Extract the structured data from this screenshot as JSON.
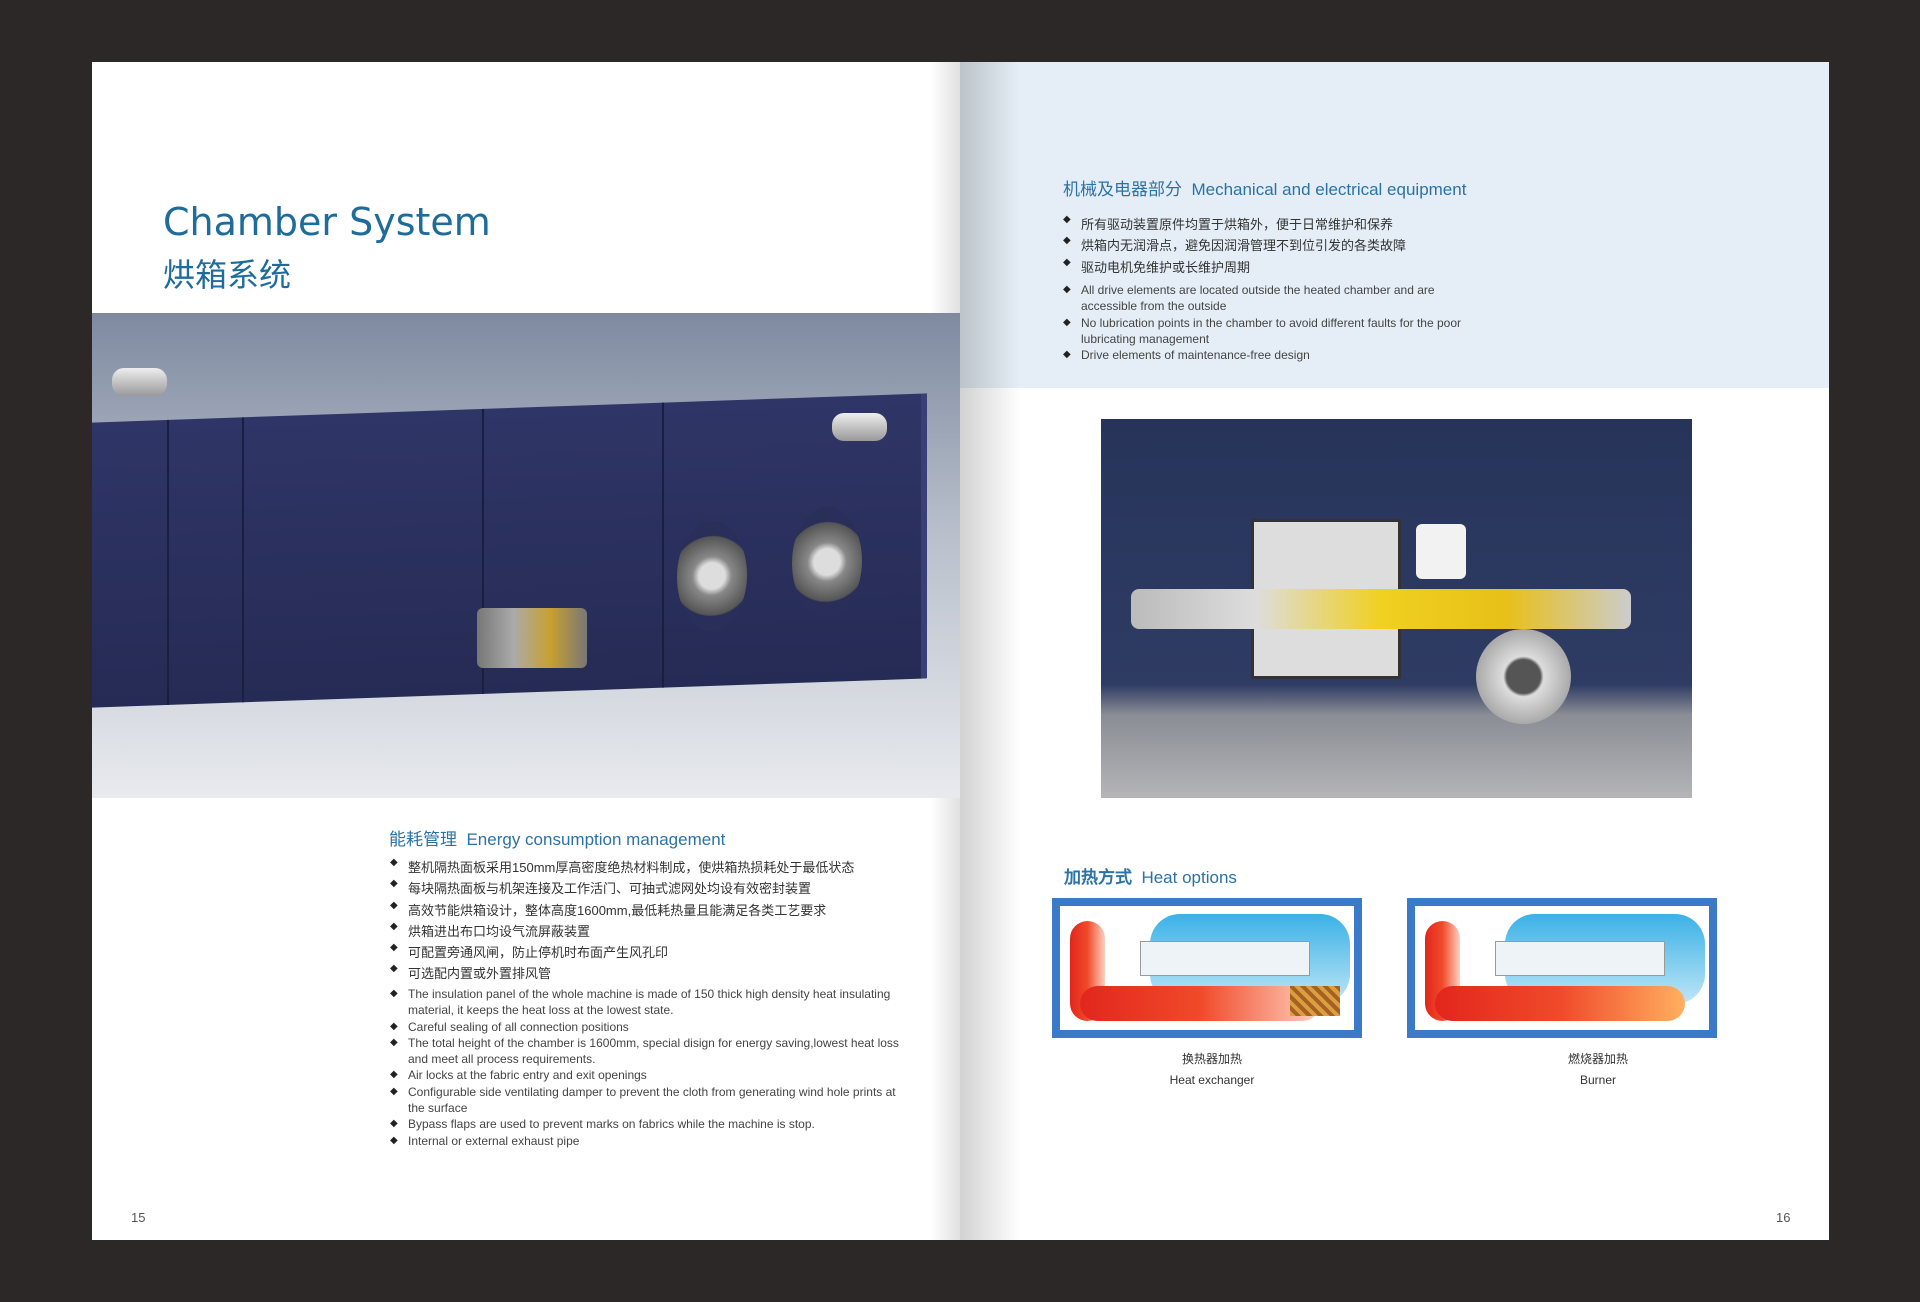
{
  "left_page": {
    "title_en": "Chamber System",
    "title_zh": "烘箱系统",
    "section": {
      "zh": "能耗管理",
      "en": "Energy consumption  management"
    },
    "bullets_zh": [
      "整机隔热面板采用150mm厚高密度绝热材料制成，使烘箱热损耗处于最低状态",
      "每块隔热面板与机架连接及工作活门、可抽式滤网处均设有效密封装置",
      "高效节能烘箱设计，整体高度1600mm,最低耗热量且能满足各类工艺要求",
      "烘箱进出布口均设气流屏蔽装置",
      "可配置旁通风闸，防止停机时布面产生风孔印",
      "可选配内置或外置排风管"
    ],
    "bullets_en": [
      "The insulation panel of the whole machine is made of 150 thick high density heat insulating material, it keeps the heat loss at the lowest state.",
      "Careful sealing of all connection positions",
      "The total height of the chamber is 1600mm, special disign for energy saving,lowest heat loss and meet all process requirements.",
      "Air locks at the fabric entry and exit openings",
      "Configurable side ventilating damper to prevent the cloth from generating  wind hole prints at the surface",
      "Bypass flaps are used to prevent marks on fabrics while the machine is stop.",
      "Internal or external exhaust pipe"
    ],
    "page_number": "15"
  },
  "right_page": {
    "section": {
      "zh": "机械及电器部分",
      "en": "Mechanical and electrical equipment"
    },
    "bullets_zh": [
      "所有驱动装置原件均置于烘箱外，便于日常维护和保养",
      "烘箱内无润滑点，避免因润滑管理不到位引发的各类故障",
      "驱动电机免维护或长维护周期"
    ],
    "bullets_en": [
      "All drive elements are located outside the heated chamber and are accessible from the outside",
      "No lubrication points in the chamber to avoid different faults for the poor lubricating management",
      "Drive elements of maintenance-free design"
    ],
    "heat": {
      "zh": "加热方式",
      "en": "Heat options",
      "options": [
        {
          "zh": "换热器加热",
          "en": "Heat exchanger"
        },
        {
          "zh": "燃烧器加热",
          "en": "Burner"
        }
      ]
    },
    "page_number": "16"
  }
}
